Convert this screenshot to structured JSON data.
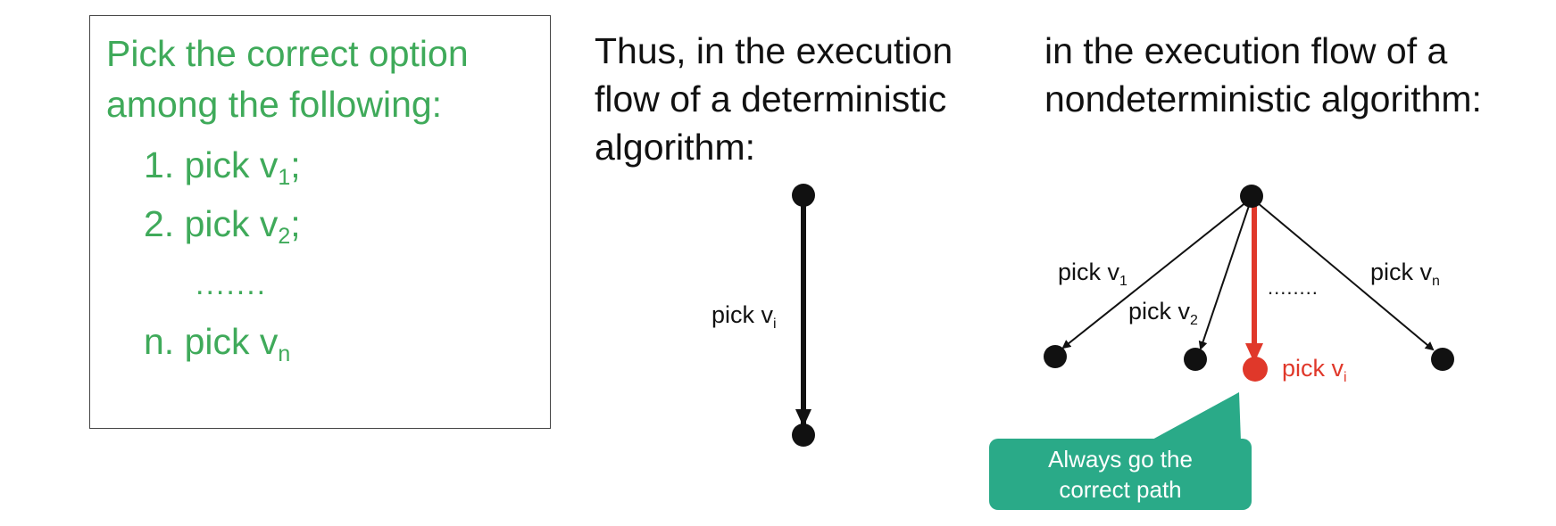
{
  "left_box": {
    "title": "Pick the correct option among the following:",
    "items": [
      {
        "prefix": "1. pick v",
        "sub": "1",
        "suffix": ";"
      },
      {
        "prefix": "2. pick v",
        "sub": "2",
        "suffix": ";"
      },
      {
        "prefix": "n. pick v",
        "sub": "n",
        "suffix": ""
      }
    ],
    "dots": "......."
  },
  "deterministic": {
    "heading": "Thus, in the execution flow of a deterministic algorithm:",
    "edge_label": {
      "prefix": "pick v",
      "sub": "i"
    }
  },
  "nondeterministic": {
    "heading": "in the execution flow of a nondeterministic algorithm:",
    "edges": [
      {
        "prefix": "pick v",
        "sub": "1"
      },
      {
        "prefix": "pick v",
        "sub": "2"
      },
      {
        "prefix": "pick v",
        "sub": "n"
      }
    ],
    "dots": "........",
    "highlight_label": {
      "prefix": "pick v",
      "sub": "i"
    },
    "callout": {
      "line1": "Always go the",
      "line2": "correct path"
    }
  },
  "colors": {
    "green_text": "#3faa5a",
    "highlight": "#e0382a",
    "callout_fill": "#2aaa88",
    "ink": "#111111"
  }
}
